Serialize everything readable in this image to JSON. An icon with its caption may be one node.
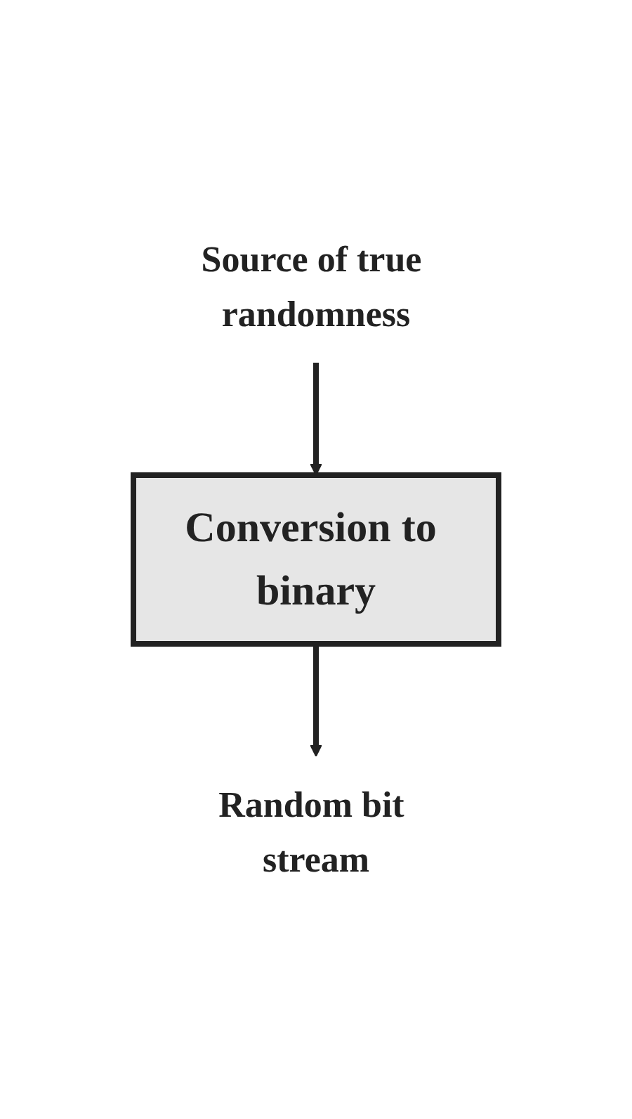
{
  "diagram": {
    "nodes": [
      {
        "text": [
          "Source of true randomness"
        ]
      },
      {
        "text": [
          "Conversion to binary"
        ]
      },
      {
        "text": [
          "Random bit stream"
        ]
      }
    ],
    "edges": [
      {
        "from": 0,
        "to": 1,
        "arrow": "to"
      },
      {
        "from": 1,
        "to": 2,
        "arrow": "to"
      }
    ]
  }
}
